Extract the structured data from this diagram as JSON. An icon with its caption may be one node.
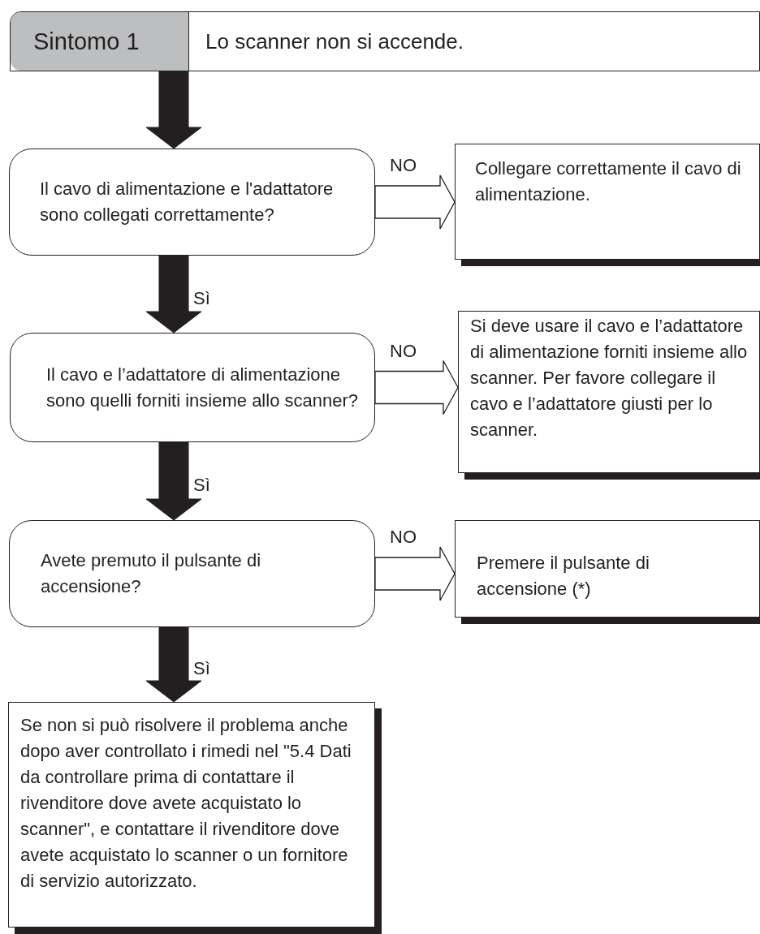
{
  "diagram": {
    "nodes": [
      {
        "text": [
          "Sintomo 1",
          "Lo scanner non si accende."
        ]
      },
      {
        "text": [
          "Il cavo di alimentazione e l'adattatore sono collegati correttamente?"
        ]
      },
      {
        "text": [
          "Collegare correttamente il cavo di alimentazione."
        ]
      },
      {
        "text": [
          "Il cavo e l’adattatore di alimentazione sono quelli forniti insieme allo scanner?"
        ]
      },
      {
        "text": [
          "Si deve usare il  cavo e l’adattatore di alimentazione forniti insieme allo scanner. Per favore collegare il cavo e l’adattatore giusti per lo scanner."
        ]
      },
      {
        "text": [
          "Avete premuto il pulsante di accensione?"
        ]
      },
      {
        "text": [
          "Premere il pulsante di accensione (*)"
        ]
      },
      {
        "text": [
          "Se non si può risolvere il problema anche dopo aver controllato i rimedi nel \"5.4 Dati da controllare prima di contattare il rivenditore dove avete acquistato lo scanner\", e contattare il rivenditore dove avete acquistato lo scanner o un fornitore di servizio autorizzato."
        ]
      }
    ],
    "edges": [
      {
        "from": 0,
        "to": 1,
        "arrow": "to",
        "style": "thick"
      },
      {
        "from": 1,
        "to": 2,
        "arrow": "to",
        "label": "NO"
      },
      {
        "from": 1,
        "to": 3,
        "arrow": "to",
        "label": "Sì",
        "style": "thick"
      },
      {
        "from": 3,
        "to": 4,
        "arrow": "to",
        "label": "NO"
      },
      {
        "from": 3,
        "to": 5,
        "arrow": "to",
        "label": "Sì",
        "style": "thick"
      },
      {
        "from": 5,
        "to": 6,
        "arrow": "to",
        "label": "NO"
      },
      {
        "from": 5,
        "to": 7,
        "arrow": "to",
        "label": "Sì",
        "style": "thick"
      }
    ]
  }
}
